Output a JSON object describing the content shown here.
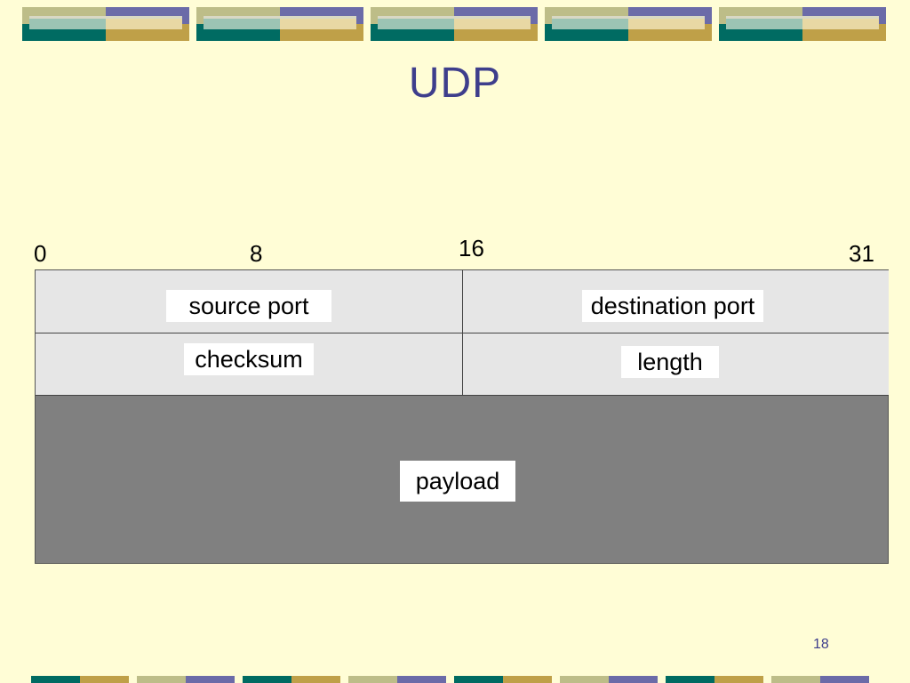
{
  "slide": {
    "title": "UDP",
    "page_number": "18"
  },
  "bit_labels": {
    "b0": "0",
    "b8": "8",
    "b16": "16",
    "b31": "31"
  },
  "fields": {
    "source_port": "source port",
    "destination_port": "destination port",
    "checksum": "checksum",
    "length": "length",
    "payload": "payload"
  },
  "colors": {
    "background": "#FFFDD6",
    "title": "#3E3E8C",
    "header_cell": "#E6E6E6",
    "payload_cell": "#808080",
    "label_box": "#FFFFFF",
    "banner_olive": "#BDBD88",
    "banner_purple": "#6B6BA8",
    "banner_teal": "#006B62",
    "banner_gold": "#BFA048"
  }
}
